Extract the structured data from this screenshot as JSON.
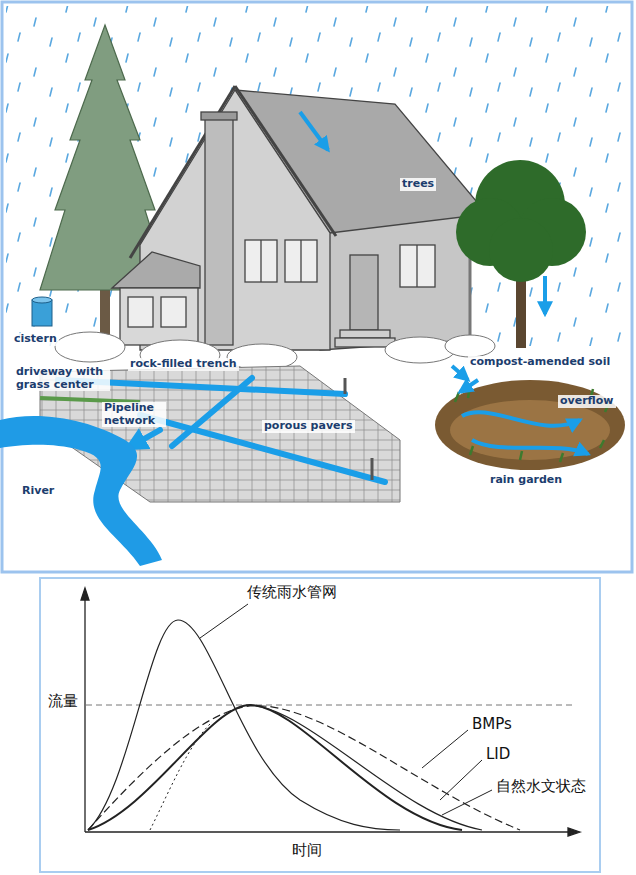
{
  "diagram": {
    "labels": [
      "trees",
      "cistern",
      "driveway with grass center",
      "rock-filled trench",
      "compost-amended soil",
      "Pipeline network",
      "overflow",
      "porous pavers",
      "rain garden",
      "River",
      "传统雨水管网",
      "流量",
      "BMPs",
      "LID",
      "自然水文状态",
      "时间"
    ]
  }
}
